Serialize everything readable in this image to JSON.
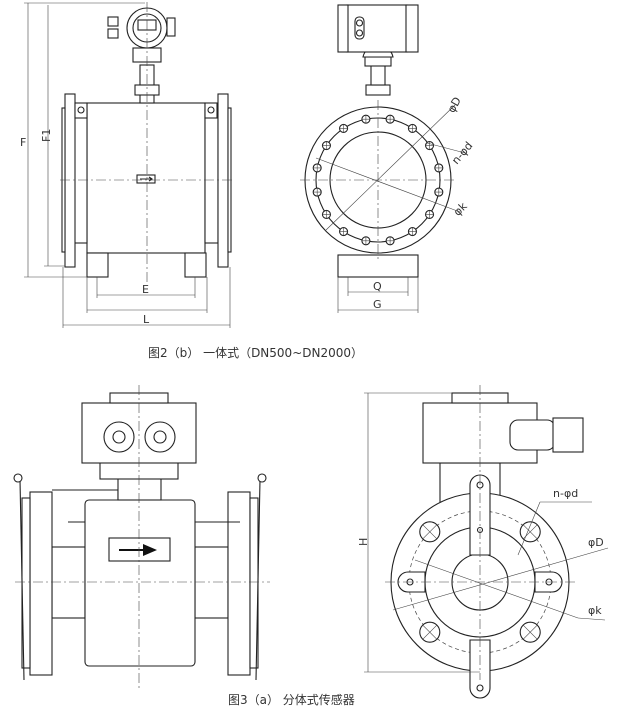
{
  "figure_top": {
    "caption": "图2（b） 一体式（DN500~DN2000）",
    "dims": {
      "F": "F",
      "F1": "F1",
      "E": "E",
      "L": "L",
      "Q": "Q",
      "G": "G",
      "D": "φD",
      "nd": "n-φd",
      "k": "φk"
    }
  },
  "figure_bottom": {
    "caption": "图3（a） 分体式传感器",
    "dims": {
      "H": "H",
      "nd": "n-φd",
      "D": "φD",
      "k": "φk"
    }
  }
}
